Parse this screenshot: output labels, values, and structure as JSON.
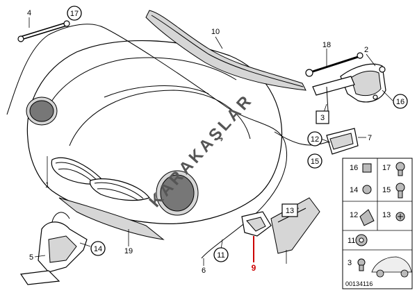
{
  "watermark": "KARAKAŞLAR",
  "ref_number": "00134116",
  "highlight_color": "#cc0000",
  "callouts": {
    "c1": "1",
    "c2": "2",
    "c3": "3",
    "c4": "4",
    "c5": "5",
    "c6": "6",
    "c7": "7",
    "c9": "9",
    "c10": "10",
    "c11": "11",
    "c12": "12",
    "c13": "13",
    "c14": "14",
    "c15": "15",
    "c16": "16",
    "c17": "17",
    "c18": "18",
    "c19": "19"
  },
  "legend": {
    "r1a": "16",
    "r1b": "17",
    "r2a": "14",
    "r2b": "15",
    "r3a": "12",
    "r3b": "13",
    "r4a": "11",
    "r5a": "3"
  }
}
